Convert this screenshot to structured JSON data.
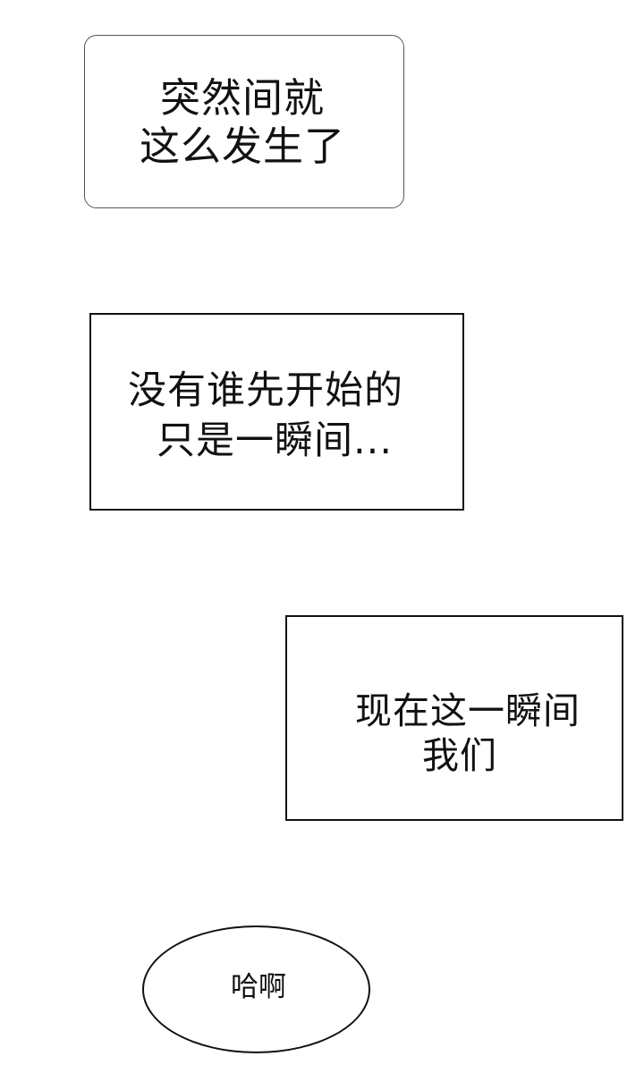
{
  "panels": [
    {
      "shape": "rounded-rectangle",
      "lines": [
        "突然间就",
        "这么发生了"
      ]
    },
    {
      "shape": "rectangle",
      "lines": [
        "没有谁先开始的",
        "只是一瞬间..."
      ]
    },
    {
      "shape": "rectangle",
      "lines": [
        "现在这一瞬间",
        "我们"
      ]
    },
    {
      "shape": "ellipse",
      "lines": [
        "哈啊"
      ]
    }
  ],
  "colors": {
    "background": "#ffffff",
    "text": "#111111",
    "border": "#111111",
    "rounded_border": "#555555"
  }
}
